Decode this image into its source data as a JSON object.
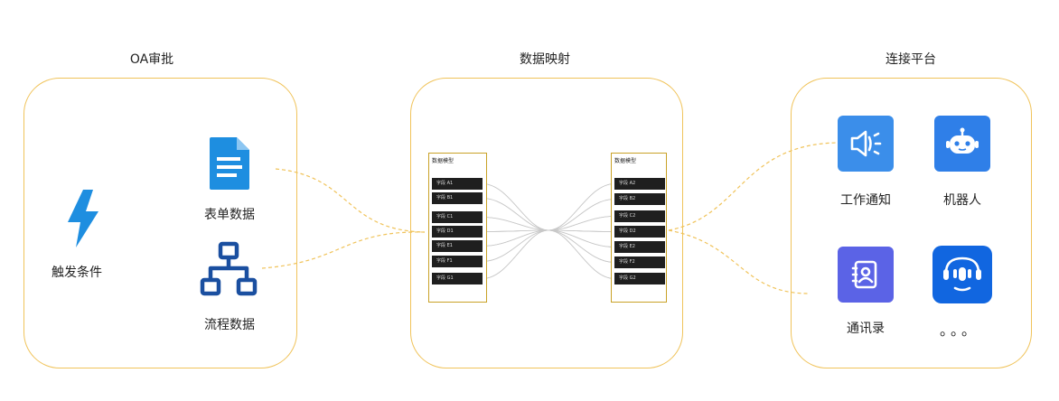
{
  "sections": {
    "oa": {
      "title": "OA审批",
      "items": {
        "trigger": "触发条件",
        "form": "表单数据",
        "flow": "流程数据"
      }
    },
    "mapping": {
      "title": "数据映射",
      "left_model": {
        "title": "数据模型",
        "fields": [
          "字段 A1",
          "字段 B1",
          "字段 C1",
          "字段 D1",
          "字段 E1",
          "字段 F1",
          "字段 G1"
        ]
      },
      "right_model": {
        "title": "数据模型",
        "fields": [
          "字段 A2",
          "字段 B2",
          "字段 C2",
          "字段 D2",
          "字段 E2",
          "字段 F2",
          "字段 G2"
        ]
      }
    },
    "connect": {
      "title": "连接平台",
      "items": {
        "notice": "工作通知",
        "robot": "机器人",
        "contacts": "通讯录",
        "more": "。。。"
      }
    }
  },
  "colors": {
    "panel_border": "#f0c35a",
    "connector": "#f0c35a",
    "icon_blue": "#1e8ee0",
    "icon_navy": "#1a4fa0",
    "tile_notice": "#3b8eea",
    "tile_robot": "#2f7fe8",
    "tile_contacts": "#5b63e6",
    "tile_more": "#1166e0",
    "field_bg": "#1f1f1f"
  },
  "icons": {
    "trigger": "lightning-bolt-icon",
    "form": "document-icon",
    "flow": "org-chart-icon",
    "notice": "speaker-icon",
    "robot": "robot-icon",
    "contacts": "address-book-icon",
    "more": "voice-assistant-icon"
  }
}
